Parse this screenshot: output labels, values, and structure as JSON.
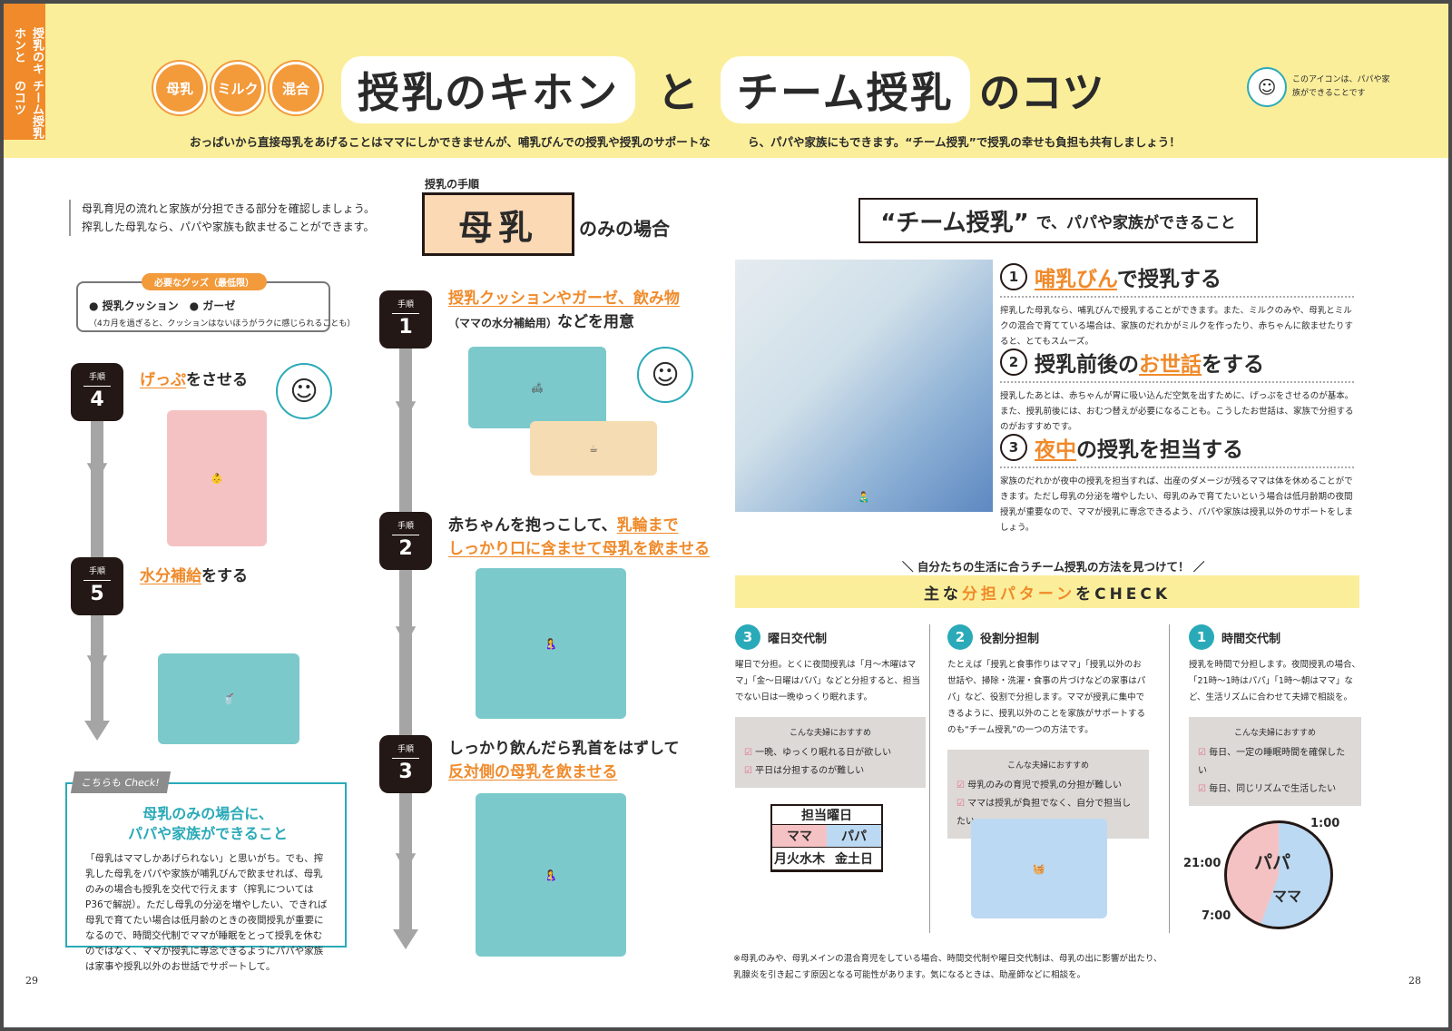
{
  "header": {
    "side_tab": [
      "授乳のキホンと",
      "チーム授乳のコツ"
    ],
    "badges": [
      "母乳",
      "ミルク",
      "混合"
    ],
    "title_a": "授乳のキホン",
    "title_mid": "と",
    "title_b": "チーム授乳",
    "title_suffix": "のコツ",
    "legend": "このアイコンは、パパや家族ができることです",
    "intro_left": "おっぱいから直接母乳をあげることはママにしかできませんが、哺乳びんでの授乳や授乳のサポートな",
    "intro_right": "ら、パパや家族にもできます。“チーム授乳”で授乳の幸せも負担も共有しましょう！"
  },
  "left": {
    "lead_1": "母乳育児の流れと家族が分担できる部分を確認しましょう。",
    "lead_2": "搾乳した母乳なら、パパや家族も飲ませることができます。",
    "goods_tag": "必要なグッズ（最低限）",
    "goods_items": "● 授乳クッション　● ガーゼ",
    "goods_note": "（4カ月を過ぎると、クッションはないほうがラクに感じられることも）",
    "step_label": "手順",
    "steps": [
      {
        "num": "4",
        "hl": "げっぷ",
        "rest": "をさせる"
      },
      {
        "num": "5",
        "hl": "水分補給",
        "rest": "をする"
      }
    ],
    "check_tag": "こちらも Check!",
    "check_title_1": "母乳のみの場合に、",
    "check_title_2": "パパや家族ができること",
    "check_body": "「母乳はママしかあげられない」と思いがち。でも、搾乳した母乳をパパや家族が哺乳びんで飲ませれば、母乳のみの場合も授乳を交代で行えます（搾乳についてはP36で解説）。ただし母乳の分泌を増やしたい、できれば母乳で育てたい場合は低月齢のときの夜間授乳が重要になるので、時間交代制でママが睡眠をとって授乳を休むのではなく、ママが授乳に専念できるようにパパや家族は家事や授乳以外のお世話でサポートして。"
  },
  "middle": {
    "sec_label": "授乳の手順",
    "bonyu": "母乳",
    "bonyu_suffix": "のみの場合",
    "step1_hl": "授乳クッションやガーゼ、飲み物",
    "step1_small": "（ママの水分補給用）",
    "step1_rest": "などを用意",
    "step2_a": "赤ちゃんを抱っこして、",
    "step2_hl1": "乳輪まで",
    "step2_hl2": "しっかり口に含ませて母乳を飲ませる",
    "step3_a": "しっかり飲んだら乳首をはずして",
    "step3_hl": "反対側の母乳を飲ませる"
  },
  "right": {
    "team_title_q": "“チーム授乳”",
    "team_title_rest": "で、パパや家族ができること",
    "tasks": [
      {
        "num": "1",
        "hl": "哺乳びん",
        "rest": "で授乳する",
        "body": "搾乳した母乳なら、哺乳びんで授乳することができます。また、ミルクのみや、母乳とミルクの混合で育てている場合は、家族のだれかがミルクを作ったり、赤ちゃんに飲ませたりすると、とてもスムーズ。"
      },
      {
        "num": "2",
        "pre": "授乳前後の",
        "hl": "お世話",
        "rest": "をする",
        "body": "授乳したあとは、赤ちゃんが胃に吸い込んだ空気を出すために、げっぷをさせるのが基本。また、授乳前後には、おむつ替えが必要になることも。こうしたお世話は、家族で分担するのがおすすめです。"
      },
      {
        "num": "3",
        "hl": "夜中",
        "rest": "の授乳を担当する",
        "body": "家族のだれかが夜中の授乳を担当すれば、出産のダメージが残るママは体を休めることができます。ただし母乳の分泌を増やしたい、母乳のみで育てたいという場合は低月齢期の夜間授乳が重要なので、ママが授乳に専念できるよう、パパや家族は授乳以外のサポートをしましょう。"
      }
    ],
    "find": "＼ 自分たちの生活に合うチーム授乳の方法を見つけて！ ／",
    "pattern_a": "主な",
    "pattern_hl": "分担パターン",
    "pattern_b": "をCHECK",
    "rec_title": "こんな夫婦におすすめ",
    "cols": [
      {
        "num": "3",
        "title": "曜日交代制",
        "body": "曜日で分担。とくに夜間授乳は「月〜木曜はママ」「金〜日曜はパパ」などと分担すると、担当でない日は一晩ゆっくり眠れます。",
        "rec": [
          "一晩、ゆっくり眠れる日が欲しい",
          "平日は分担するのが難しい"
        ]
      },
      {
        "num": "2",
        "title": "役割分担制",
        "body": "たとえば「授乳と食事作りはママ」「授乳以外のお世話や、掃除・洗濯・食事の片づけなどの家事はパパ」など、役割で分担します。ママが授乳に集中できるように、授乳以外のことを家族がサポートするのも“チーム授乳”の一つの方法です。",
        "rec": [
          "母乳のみの育児で授乳の分担が難しい",
          "ママは授乳が負担でなく、自分で担当したい"
        ]
      },
      {
        "num": "1",
        "title": "時間交代制",
        "body": "授乳を時間で分担します。夜間授乳の場合、「21時〜1時はパパ」「1時〜朝はママ」など、生活リズムに合わせて夫婦で相談を。",
        "rec": [
          "毎日、一定の睡眠時間を確保したい",
          "毎日、同じリズムで生活したい"
        ]
      }
    ],
    "schedule": {
      "title": "担当曜日",
      "mama": "ママ",
      "papa": "パパ",
      "mama_days": "月火水木",
      "papa_days": "金土日"
    },
    "clock": {
      "t1": "1:00",
      "t2": "21:00",
      "t3": "7:00",
      "papa": "パパ",
      "mama": "ママ"
    },
    "footnote_1": "※母乳のみや、母乳メインの混合育児をしている場合、時間交代制や曜日交代制は、母乳の出に影響が出たり、",
    "footnote_2": "乳腺炎を引き起こす原因となる可能性があります。気になるときは、助産師などに相談を。"
  },
  "pages": {
    "left": "29",
    "right": "28"
  }
}
